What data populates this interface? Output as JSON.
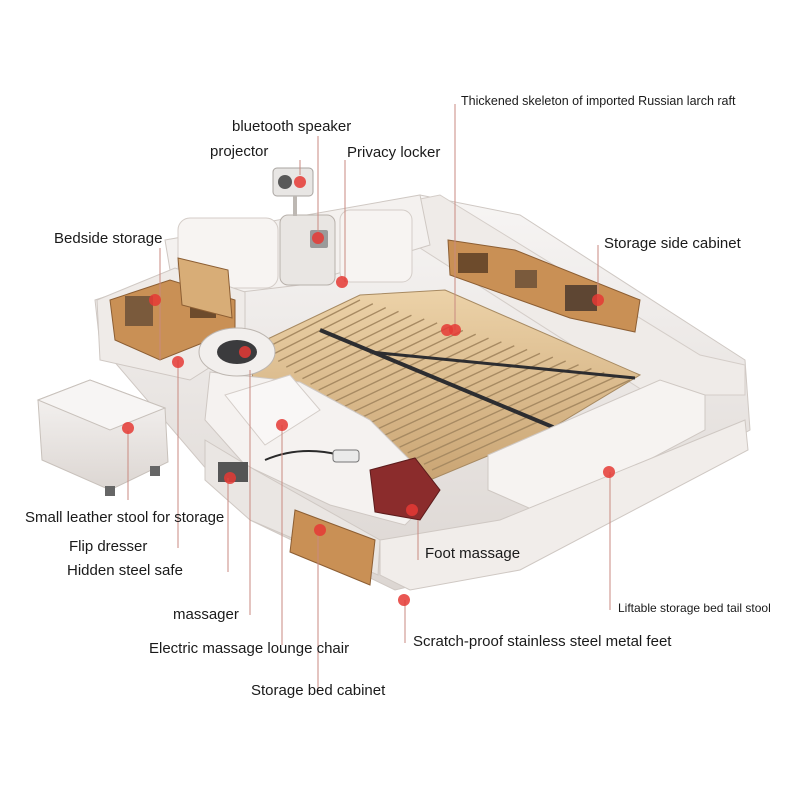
{
  "colors": {
    "leather": "#f1eeec",
    "leather_shadow": "#d9d4d0",
    "slat": "#e2c59a",
    "slat_dark": "#a78a62",
    "rail": "#2d2d30",
    "wood": "#c99055",
    "marker": "#e53935",
    "leader_line": "#c98a80"
  },
  "labels": {
    "skeleton": "Thickened skeleton of imported Russian larch raft",
    "bluetooth": "bluetooth speaker",
    "projector": "projector",
    "privacy": "Privacy locker",
    "bedside": "Bedside storage",
    "side_cabinet": "Storage side cabinet",
    "stool": "Small leather stool for storage",
    "flip_dresser": "Flip dresser",
    "safe": "Hidden steel safe",
    "foot_massage": "Foot massage",
    "massager": "massager",
    "tail_stool": "Liftable storage bed tail stool",
    "lounge_chair": "Electric massage lounge chair",
    "metal_feet": "Scratch-proof stainless steel metal feet",
    "bed_cabinet": "Storage bed cabinet"
  }
}
